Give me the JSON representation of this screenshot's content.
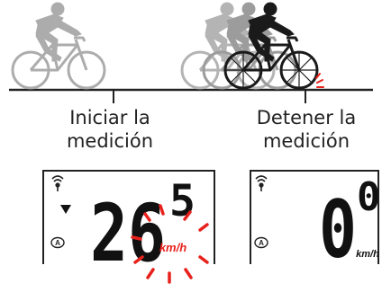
{
  "colors": {
    "ground": "#222222",
    "ghost_rider": "#a8a8a8",
    "active_rider": "#1a1a1a",
    "lcd_digits": "#111111",
    "flash": "#e8211c"
  },
  "captions": {
    "start": {
      "line1": "Iniciar la",
      "line2": "medición"
    },
    "stop": {
      "line1": "Detener la",
      "line2": "medición"
    }
  },
  "display_start": {
    "speed": "26",
    "speed_decimal": "5",
    "unit": "km/h",
    "unit_flashing": true,
    "icons": [
      "sensor-signal-icon",
      "pace-arrow-icon",
      "auto-mode-icon"
    ]
  },
  "display_stop": {
    "speed": "0",
    "speed_decimal": "0",
    "unit": "km/h",
    "icons": [
      "sensor-signal-icon",
      "auto-mode-icon"
    ]
  }
}
